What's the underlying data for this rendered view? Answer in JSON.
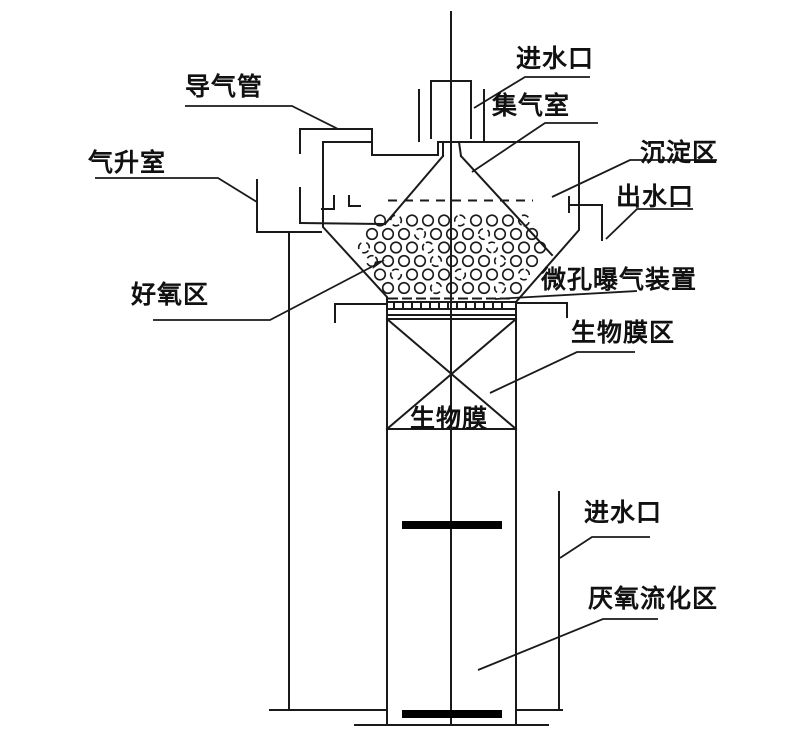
{
  "diagram": {
    "background": "#ffffff",
    "line_color": "#1a1a1a",
    "bar_color": "#000000",
    "labels": {
      "inlet_top": "进水口",
      "gas_guide_pipe": "导气管",
      "gas_lift_chamber": "气升室",
      "gas_collection_chamber": "集气室",
      "settling_zone": "沉淀区",
      "water_outlet": "出水口",
      "micro_aeration_device": "微孔曝气装置",
      "aerobic_zone": "好氧区",
      "biofilm_zone": "生物膜区",
      "biofilm": "生物膜",
      "inlet_bottom": "进水口",
      "anaerobic_fluidized_zone": "厌氧流化区"
    }
  }
}
